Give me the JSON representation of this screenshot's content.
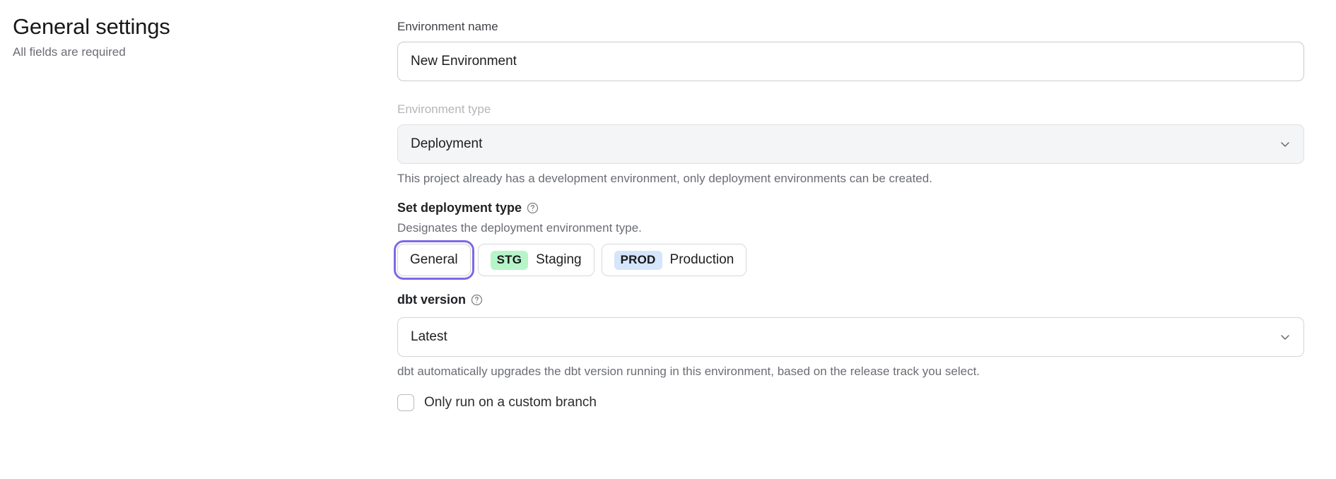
{
  "header": {
    "title": "General settings",
    "subtitle": "All fields are required"
  },
  "form": {
    "environment_name": {
      "label": "Environment name",
      "value": "New Environment"
    },
    "environment_type": {
      "label": "Environment type",
      "value": "Deployment",
      "disabled": true,
      "helper": "This project already has a development environment, only deployment environments can be created."
    },
    "deployment_type": {
      "label": "Set deployment type",
      "help_icon": "question-circle-icon",
      "description": "Designates the deployment environment type.",
      "options": [
        {
          "label": "General",
          "tag": "",
          "selected": true
        },
        {
          "label": "Staging",
          "tag": "STG",
          "selected": false
        },
        {
          "label": "Production",
          "tag": "PROD",
          "selected": false
        }
      ]
    },
    "dbt_version": {
      "label": "dbt version",
      "help_icon": "question-circle-icon",
      "value": "Latest",
      "helper": "dbt automatically upgrades the dbt version running in this environment, based on the release track you select."
    },
    "custom_branch": {
      "label": "Only run on a custom branch",
      "checked": false
    }
  },
  "colors": {
    "focus_ring": "#7f68e8",
    "tag_staging_bg": "#b6f5c8",
    "tag_production_bg": "#d5e5fb",
    "disabled_bg": "#f4f5f6"
  },
  "icons": {
    "chevron_down": "chevron-down-icon"
  }
}
